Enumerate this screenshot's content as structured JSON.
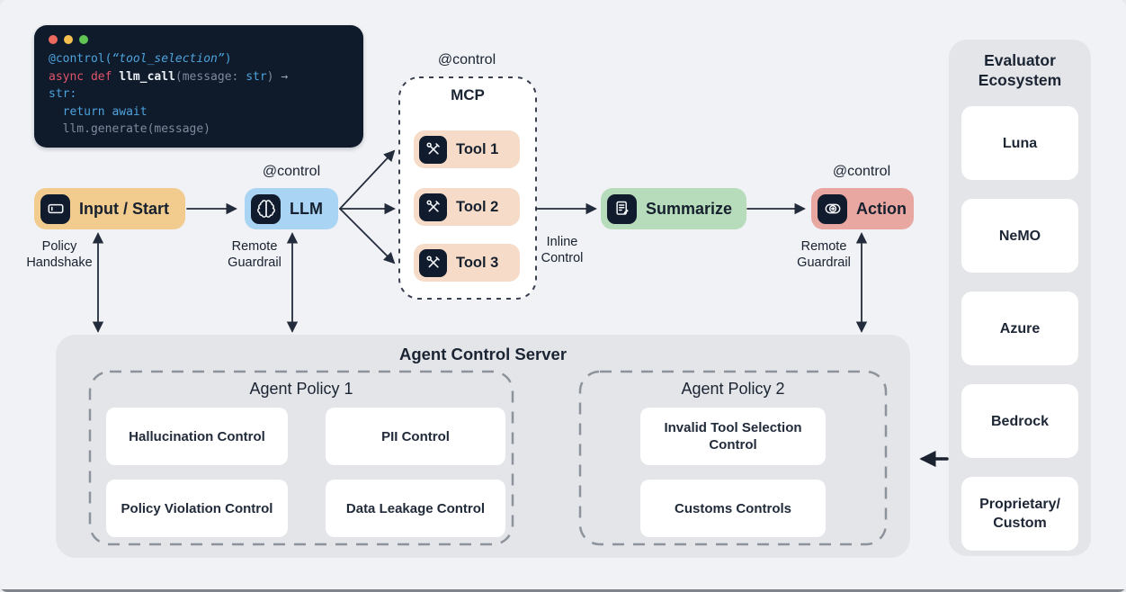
{
  "colors": {
    "background": "#f0f2f5",
    "code_bg": "#0f1a2b",
    "code_blue": "#4da3dc",
    "code_red": "#e0556a",
    "code_gray": "#7e8b9e",
    "node_input_bg": "#f2cc8f",
    "node_llm_bg": "#a9d4f4",
    "node_tool_bg": "#f6dcc8",
    "node_summarize_bg": "#b7dcbb",
    "node_action_bg": "#e9a7a2",
    "icon_square_bg": "#101b2d",
    "panel_bg": "#e3e5e8",
    "card_bg": "#ffffff",
    "arrow": "#232c3c",
    "traffic_red": "#ed6a5e",
    "traffic_yellow": "#f4bf4f",
    "traffic_green": "#61c554"
  },
  "code": {
    "lines": [
      [
        "@control(",
        "“tool_selection”",
        ")"
      ],
      [
        "async def ",
        "llm_call",
        "(message: ",
        "str",
        ") ",
        "→"
      ],
      [
        "str:"
      ],
      [
        "  return await"
      ],
      [
        "  llm.generate(message)"
      ]
    ]
  },
  "labels": {
    "control": "@control",
    "policy_handshake": "Policy Handshake",
    "remote_guardrail": "Remote Guardrail",
    "inline_control": "Inline Control"
  },
  "flow": {
    "input": "Input / Start",
    "llm": "LLM",
    "summarize": "Summarize",
    "action": "Action"
  },
  "mcp": {
    "title": "MCP",
    "tools": [
      "Tool 1",
      "Tool 2",
      "Tool 3"
    ]
  },
  "server": {
    "title": "Agent Control Server",
    "policy1": {
      "title": "Agent Policy 1",
      "cards": [
        "Hallucination Control",
        "PII Control",
        "Policy Violation Control",
        "Data Leakage Control"
      ]
    },
    "policy2": {
      "title": "Agent Policy 2",
      "cards": [
        "Invalid Tool Selection Control",
        "Customs Controls"
      ]
    }
  },
  "evaluator": {
    "title": "Evaluator Ecosystem",
    "items": [
      "Luna",
      "NeMO",
      "Azure",
      "Bedrock",
      "Proprietary/Custom"
    ]
  }
}
